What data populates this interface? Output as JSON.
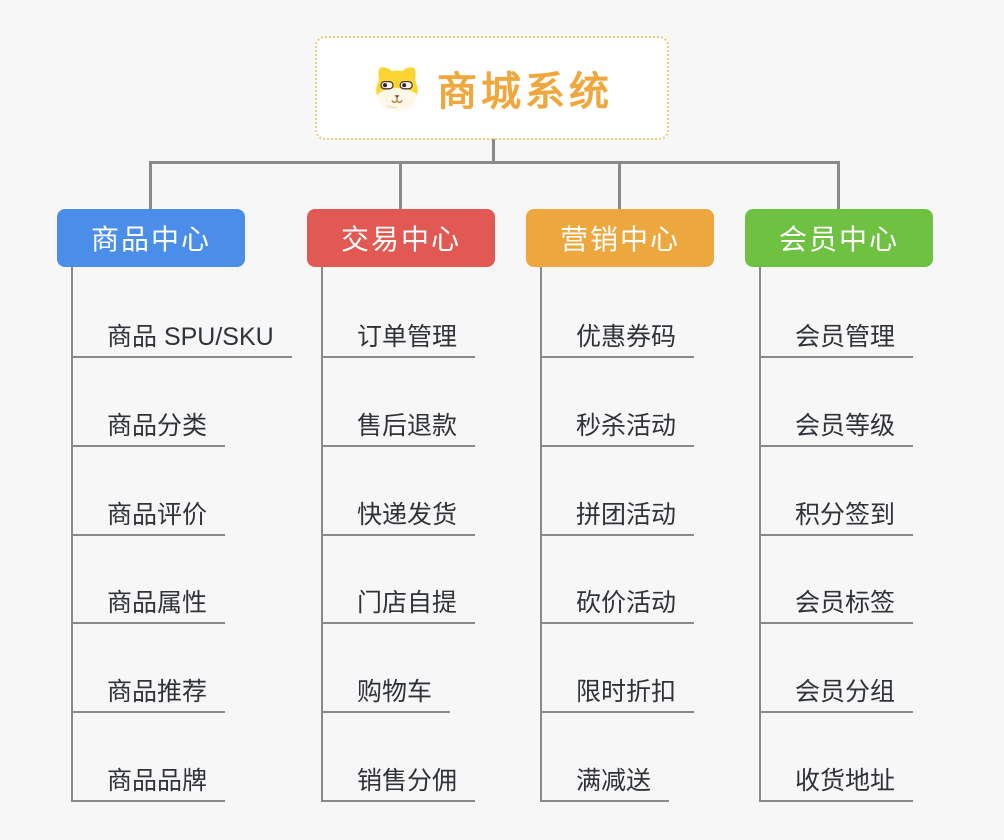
{
  "theme": {
    "line_color": "#8a8a8a",
    "page_bg": "#f7f7f7",
    "leaf_text": "#2f3338"
  },
  "root": {
    "label": "商城系统",
    "icon": "shiba-dog-icon",
    "text_color": "#f0a73e",
    "border_color": "#f2c879",
    "background": "#ffffff"
  },
  "branches": [
    {
      "label": "商品中心",
      "color": "#4a8ee9",
      "items": [
        "商品 SPU/SKU",
        "商品分类",
        "商品评价",
        "商品属性",
        "商品推荐",
        "商品品牌"
      ]
    },
    {
      "label": "交易中心",
      "color": "#e25852",
      "items": [
        "订单管理",
        "售后退款",
        "快递发货",
        "门店自提",
        "购物车",
        "销售分佣"
      ]
    },
    {
      "label": "营销中心",
      "color": "#eca83e",
      "items": [
        "优惠券码",
        "秒杀活动",
        "拼团活动",
        "砍价活动",
        "限时折扣",
        "满减送"
      ]
    },
    {
      "label": "会员中心",
      "color": "#6fc142",
      "items": [
        "会员管理",
        "会员等级",
        "积分签到",
        "会员标签",
        "会员分组",
        "收货地址"
      ]
    }
  ]
}
